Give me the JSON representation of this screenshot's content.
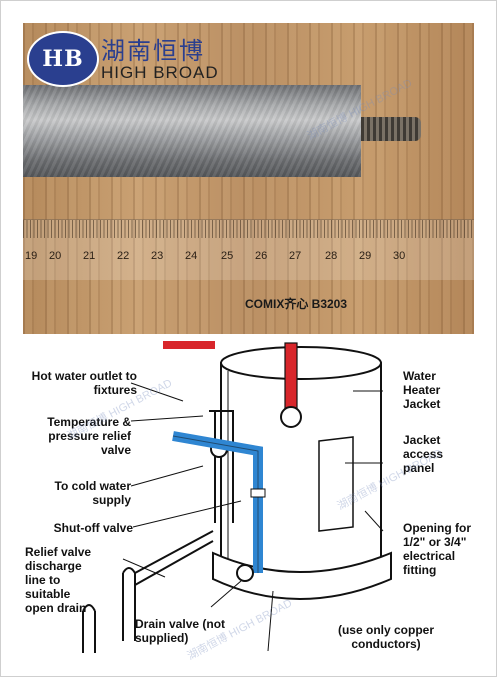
{
  "logo": {
    "badge": "HB",
    "chinese": "湖南恒博",
    "english": "HIGH BROAD"
  },
  "ruler": {
    "numbers": [
      "19",
      "20",
      "21",
      "22",
      "23",
      "24",
      "25",
      "26",
      "27",
      "28",
      "29",
      "30"
    ]
  },
  "photo_brand": {
    "text": "COMIX齐心 B3203"
  },
  "labels": {
    "hot_water": "Hot water outlet to fixtures",
    "temp_relief": "Temperature & pressure relief valve",
    "cold_water": "To cold water supply",
    "shutoff": "Shut-off valve",
    "relief_line": "Relief valve discharge line to suitable open drain",
    "drain_valve": "Drain valve (not supplied)",
    "jacket": "Water Heater Jacket",
    "access_panel": "Jacket access panel",
    "opening": "Opening for 1/2\" or 3/4\" electrical fitting",
    "copper": "(use only copper conductors)"
  },
  "watermark": "湖南恒博 HIGH BROAD",
  "colors": {
    "logo_blue": "#2a3f8f",
    "hot_pipe": "#d8262b",
    "cold_pipe": "#2f86d2"
  }
}
